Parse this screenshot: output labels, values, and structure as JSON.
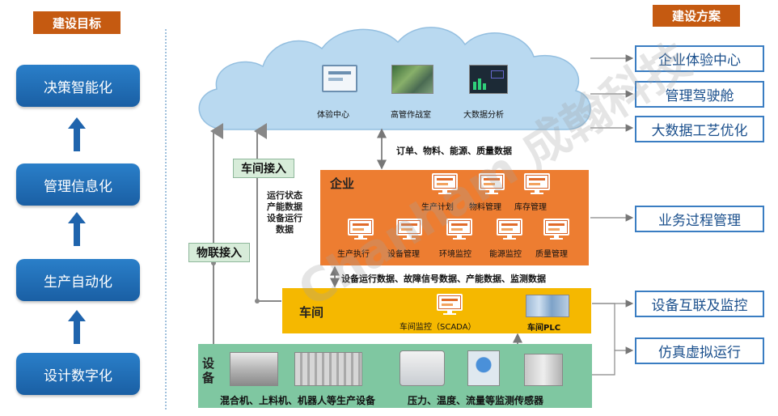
{
  "left": {
    "header": "建设目标",
    "goals": [
      "决策智能化",
      "管理信息化",
      "生产自动化",
      "设计数字化"
    ]
  },
  "right": {
    "header": "建设方案",
    "plans": [
      "企业体验中心",
      "管理驾驶舱",
      "大数据工艺优化",
      "业务过程管理",
      "设备互联及监控",
      "仿真虚拟运行"
    ]
  },
  "cloud": {
    "items": [
      "体验中心",
      "高管作战室",
      "大数据分析"
    ],
    "flow_label": "订单、物料、能源、质量数据"
  },
  "access": {
    "workshop_access": "车间接入",
    "iot_access": "物联接入",
    "runtime_lines": [
      "运行状态",
      "产能数据",
      "设备运行",
      "数据"
    ]
  },
  "enterprise": {
    "title": "企业",
    "row1": [
      "生产计划",
      "物料管理",
      "库存管理"
    ],
    "row2": [
      "生产执行",
      "设备管理",
      "环境监控",
      "能源监控",
      "质量管理"
    ],
    "flow_label": "设备运行数据、故障信号数据、产能数据、监测数据"
  },
  "workshop": {
    "title": "车间",
    "scada": "车间监控（SCADA）",
    "plc": "车间PLC"
  },
  "equipment": {
    "title_1": "设",
    "title_2": "备",
    "production": "混合机、上料机、机器人等生产设备",
    "sensors": "压力、温度、流量等监测传感器"
  },
  "watermark": "Chanham 成翰科技",
  "colors": {
    "orange_header": "#c55a11",
    "goal_blue": "#1a5fa4",
    "enterprise_orange": "#ed7d31",
    "workshop_yellow": "#f5b800",
    "equipment_green": "#7fc7a1",
    "plan_border": "#3a7dc2"
  }
}
